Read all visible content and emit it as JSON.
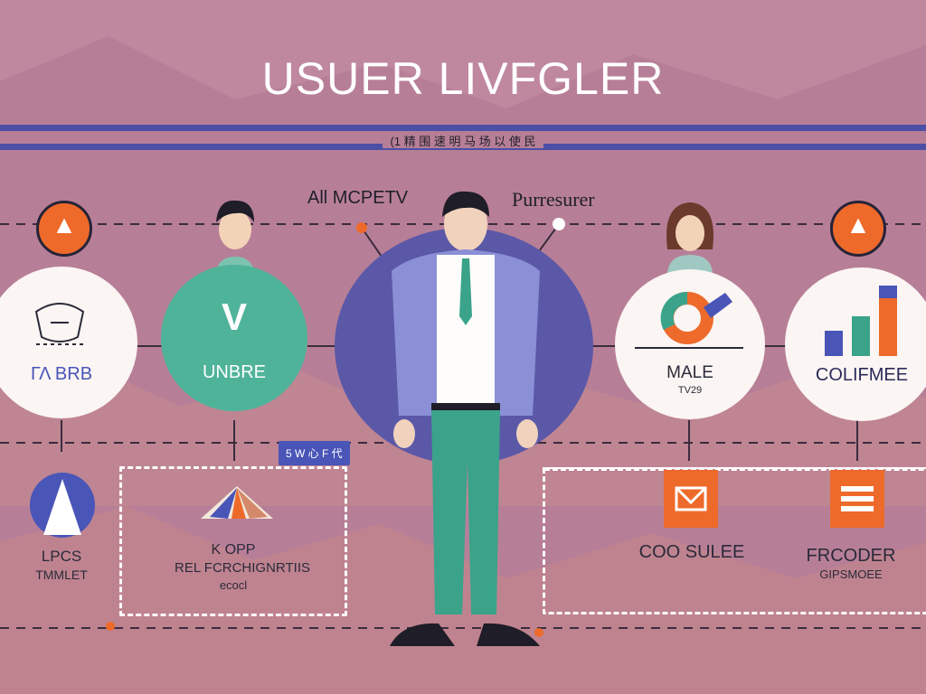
{
  "header": {
    "title": "USUER LIVFGLER",
    "subtitle": "(1 精 围 速 明 马 场 以 使 民"
  },
  "labels": {
    "top_left": "All MCPETV",
    "top_right": "Purresurer",
    "tag": "5 W 心 F 代"
  },
  "cards": {
    "c1_label": "ΓΛ BRB",
    "c2_icon": "V",
    "c2_label": "UNBRE",
    "c4_label1": "MALE",
    "c4_label2": "TV29",
    "c5_label": "COLIFMEE"
  },
  "bottom": {
    "b1_line1": "LPCS",
    "b1_line2": "TMMLET",
    "b2_line1": "K OPP",
    "b2_line2": "REL FCRCHIGNRTIIS",
    "b2_line3": "ecocl",
    "b3_label": "COO SULEE",
    "b4_line1": "FRCODER",
    "b4_line2": "GIPSMOEE"
  },
  "colors": {
    "background": "#b77f97",
    "band": "#4b4fa6",
    "teal": "#4fb39a",
    "indigo": "#5b58a8",
    "orange": "#ee6a2b",
    "card": "#fbf5f3"
  }
}
